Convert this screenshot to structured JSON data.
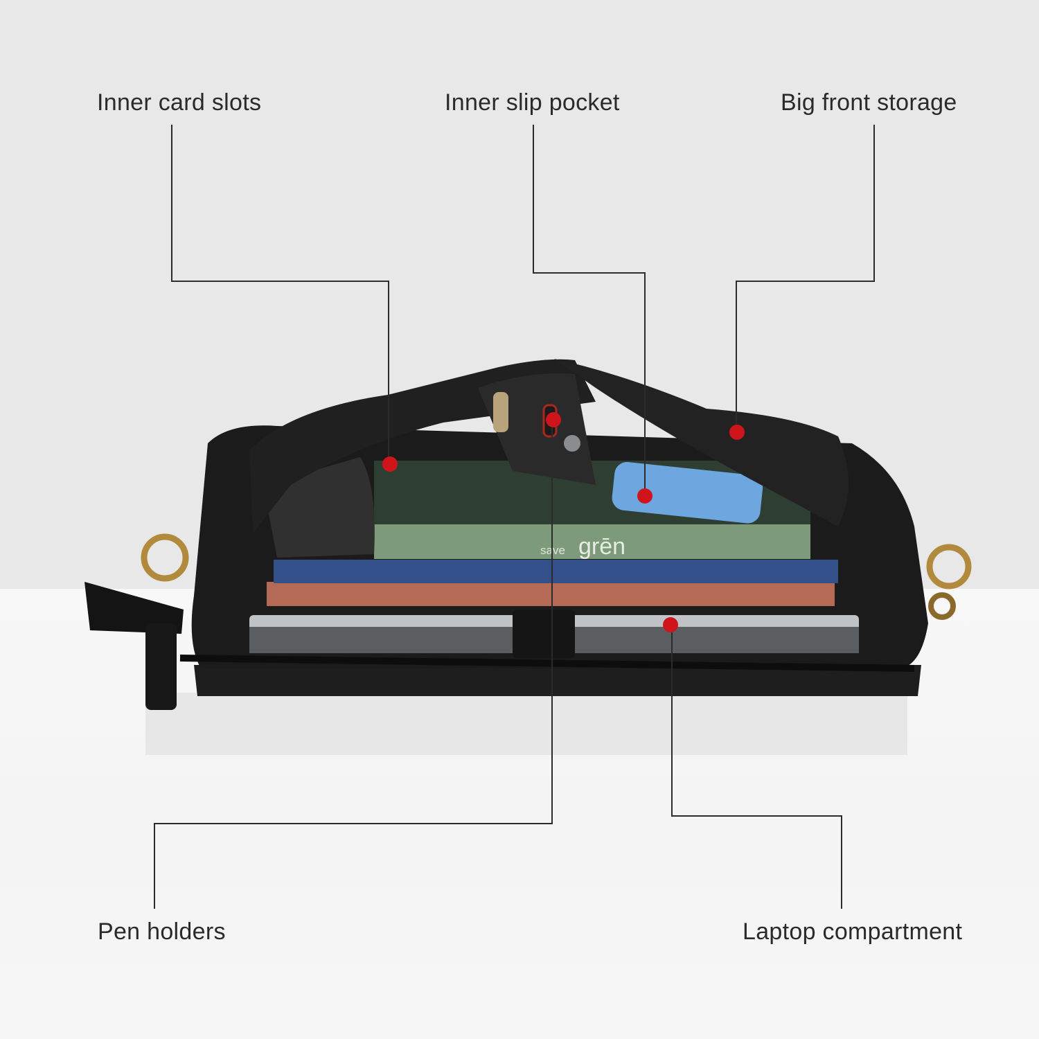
{
  "callouts": {
    "inner_card_slots": "Inner card slots",
    "inner_slip_pocket": "Inner slip pocket",
    "big_front_storage": "Big front storage",
    "pen_holders": "Pen holders",
    "laptop_compartment": "Laptop compartment"
  },
  "notebook_cover_text": {
    "small": "save",
    "large": "grēn"
  },
  "colors": {
    "leader_line": "#2b2b2b",
    "marker_dot": "#d0141c",
    "bag_leather": "#1c1c1c",
    "notebook_green": "#7d9a7b",
    "notebook_blue": "#34508a",
    "notebook_red": "#b46a55",
    "phone_blue": "#6ea7e0",
    "brass": "#b28a3e"
  },
  "icons": [
    "marker-dot",
    "pen",
    "zipper-pull",
    "d-ring"
  ]
}
